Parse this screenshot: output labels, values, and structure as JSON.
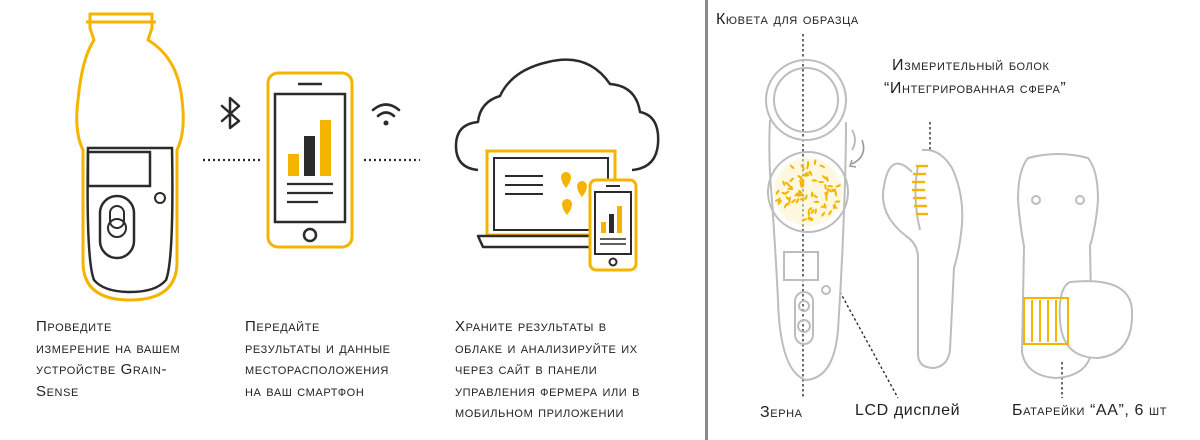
{
  "left_panel": {
    "steps": [
      {
        "lines": [
          "Проведите",
          "измерение на вашем",
          "устройстве Grain-",
          "Sense"
        ]
      },
      {
        "lines": [
          "Передайте",
          "результаты и данные",
          "месторасположения",
          "на ваш смартфон"
        ]
      },
      {
        "lines": [
          "Храните результаты в",
          "облаке и анализируйте их",
          "через сайт в панели",
          "управления фермера или в",
          "мобильном приложении"
        ]
      }
    ]
  },
  "right_panel": {
    "labels": {
      "cuvette": "Кювета для образца",
      "sphere_line1": "Измерительный болок",
      "sphere_line2": "“Интегрированная сфера”",
      "grains": "Зерна",
      "lcd": "LCD дисплей",
      "batteries": "Батарейки “AA”, 6 шт"
    }
  },
  "colors": {
    "accent": "#f5b400",
    "outline": "#2b2b2b",
    "sketch": "#bdbdbd",
    "divider": "#8a8a8a"
  },
  "icons": [
    "bluetooth-icon",
    "wifi-icon",
    "cloud-icon",
    "laptop-icon",
    "smartphone-icon",
    "map-pin-icon",
    "bar-chart-icon"
  ]
}
